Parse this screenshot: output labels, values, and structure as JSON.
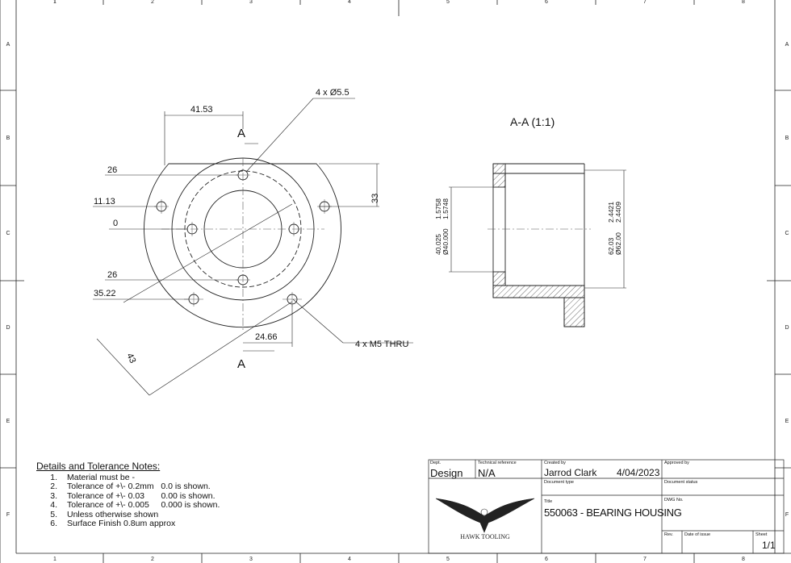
{
  "border": {
    "cols": [
      "1",
      "2",
      "3",
      "4",
      "5",
      "6",
      "7",
      "8"
    ],
    "rows": [
      "A",
      "B",
      "C",
      "D",
      "E",
      "F"
    ]
  },
  "front_view": {
    "callout_holes": "4 x Ø5.5",
    "callout_thru": "4 x M5 THRU",
    "dim_top": "41.53",
    "dim_26_upper": "26",
    "dim_11_13": "11.13",
    "dim_0": "0",
    "dim_26_lower": "26",
    "dim_35_22": "35.22",
    "dim_33": "33",
    "dim_24_66": "24.66",
    "dim_43": "43",
    "section_mark_top": "A",
    "section_mark_bottom": "A"
  },
  "section_view": {
    "title": "A-A (1:1)",
    "dim_bore_line1": "40.025",
    "dim_bore_line2": "Ø40.000",
    "dim_bore_in_line1": "1.5758",
    "dim_bore_in_line2": "1.5748",
    "dim_od_line1": "62.03",
    "dim_od_line2": "Ø62.00",
    "dim_od_in_line1": "2.4421",
    "dim_od_in_line2": "2.4409"
  },
  "notes": {
    "title": "Details and Tolerance Notes:",
    "items": [
      {
        "n": "1.",
        "text": "Material must be -"
      },
      {
        "n": "2.",
        "text": "Tolerance of +\\- 0.2mm   0.0 is shown."
      },
      {
        "n": "3.",
        "text": "Tolerance of +\\- 0.03       0.00 is shown."
      },
      {
        "n": "4.",
        "text": "Tolerance of +\\- 0.005     0.000 is shown."
      },
      {
        "n": "5.",
        "text": "Unless otherwise shown"
      },
      {
        "n": "6.",
        "text": "Surface Finish 0.8um approx"
      }
    ]
  },
  "title_block": {
    "dept_label": "Dept.",
    "dept_value": "Design",
    "tech_ref_label": "Technical reference",
    "tech_ref_value": "N/A",
    "created_by_label": "Created by",
    "created_by_value": "Jarrod Clark",
    "date_value": "4/04/2023",
    "approved_by_label": "Approved by",
    "doc_type_label": "Document type",
    "doc_status_label": "Document status",
    "title_label": "Title",
    "title_value": "550063 - BEARING HOUSING",
    "dwg_no_label": "DWG No.",
    "rev_label": "Rev.",
    "date_issue_label": "Date of issue",
    "sheet_label": "Sheet",
    "sheet_value": "1/1",
    "logo_text": "HAWK TOOLING"
  }
}
